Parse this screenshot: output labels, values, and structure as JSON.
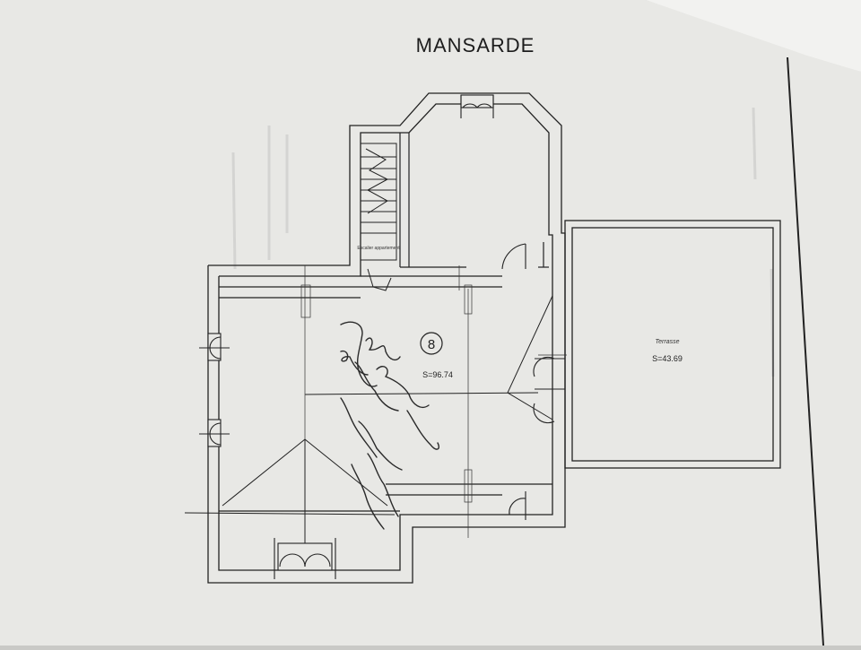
{
  "plan": {
    "title": "MANSARDE",
    "room_number": "8",
    "room_area": "S=96.74",
    "terrace_label": "Terrasse",
    "terrace_area": "S=43.69",
    "stair_label": "Escalier appartement",
    "colors": {
      "paper": "#e9e9e6",
      "ink": "#222222",
      "pen": "#2a2a2a"
    }
  }
}
